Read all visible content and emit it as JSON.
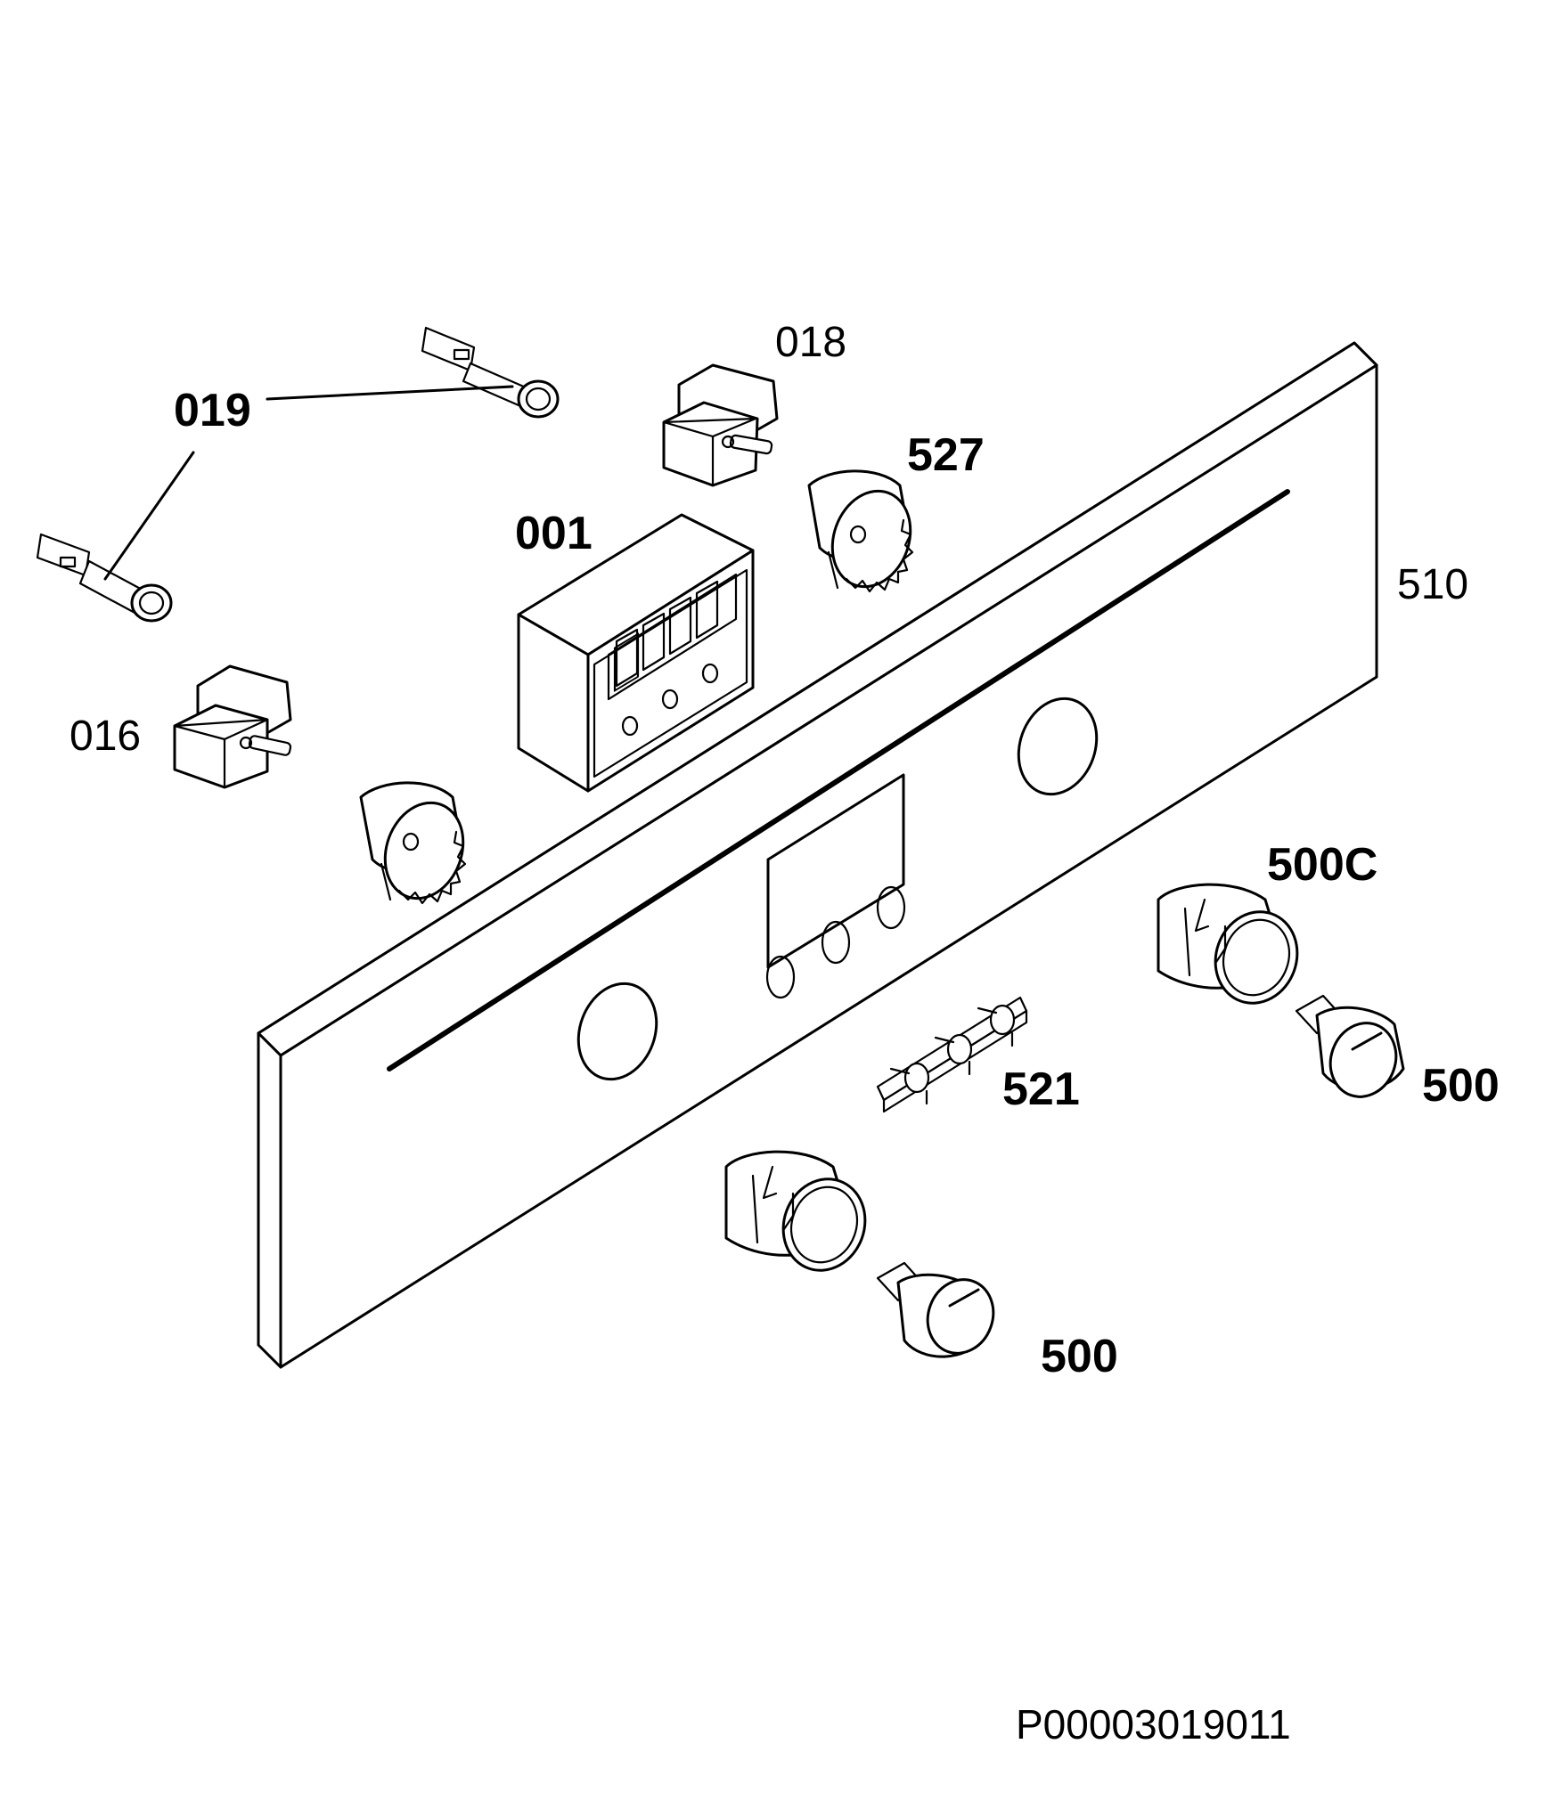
{
  "labels": {
    "p019": "019",
    "p018": "018",
    "p527": "527",
    "p001": "001",
    "p510": "510",
    "p016": "016",
    "p500c": "500C",
    "p521": "521",
    "p500a": "500",
    "p500b": "500"
  },
  "drawing_code": "P00003019011"
}
